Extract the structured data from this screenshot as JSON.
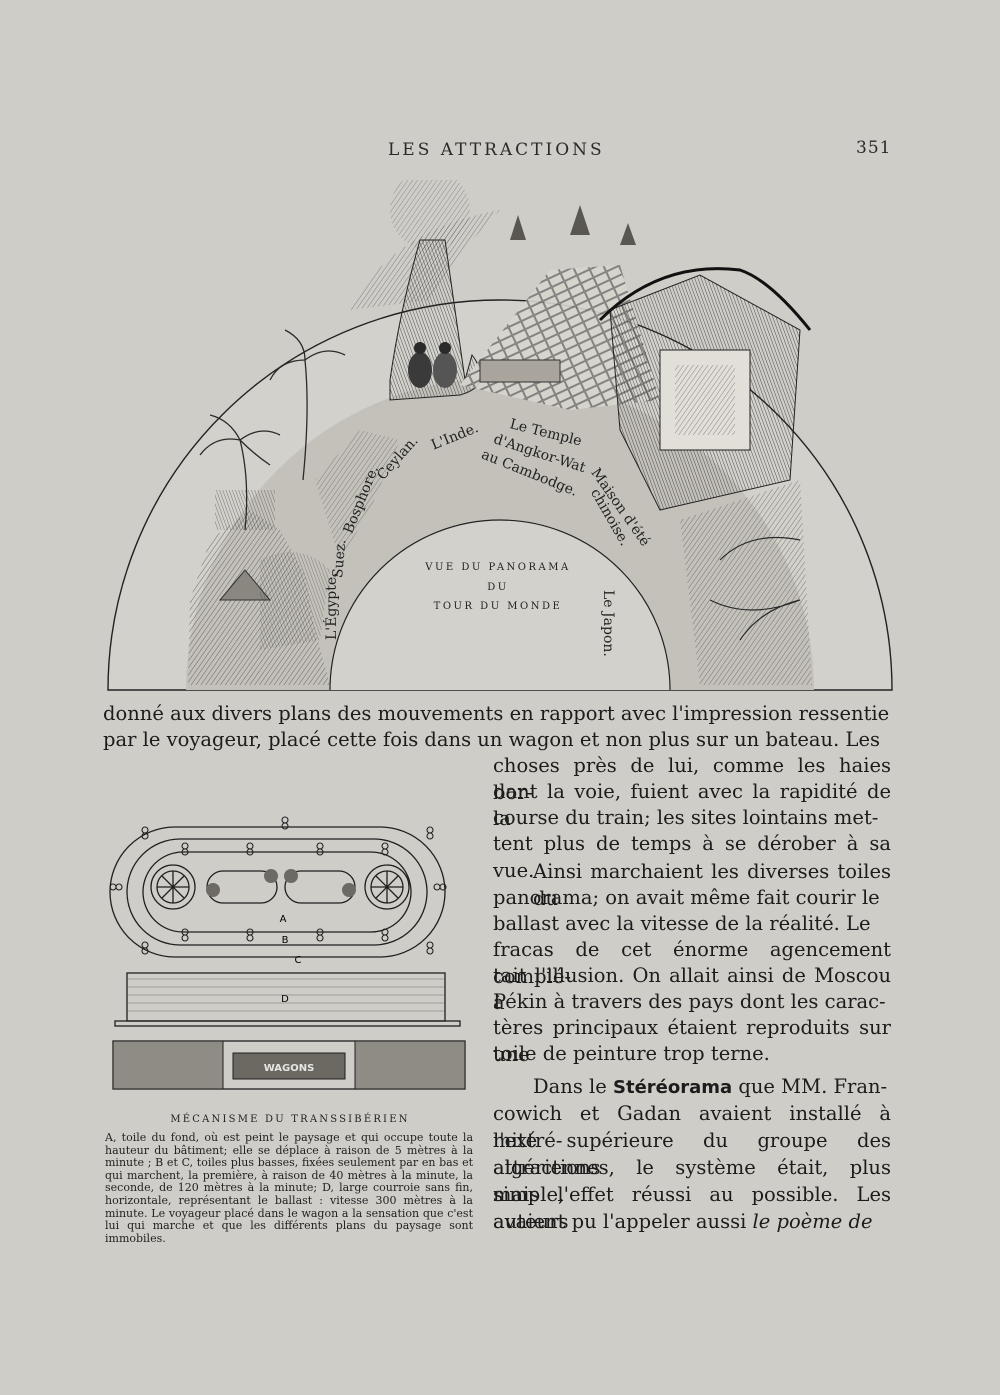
{
  "header": {
    "running_head": "LES ATTRACTIONS",
    "page_number": "351"
  },
  "panorama": {
    "caption_lines": [
      "VUE DU PANORAMA",
      "DU",
      "TOUR DU MONDE"
    ],
    "labels": {
      "egypte": "L'Égypte,",
      "suez": "Suez.",
      "bosphore": "Bosphore.",
      "ceylan": "Ceylan.",
      "inde": "L'Inde.",
      "temple_1": "Le Temple",
      "temple_2": "d'Angkor-Wat",
      "temple_3": "au Cambodge.",
      "maison_1": "Maison d'été",
      "maison_2": "chinoise.",
      "japon": "Le Japon."
    }
  },
  "text": {
    "line1": "donné aux divers plans des mouvements en rapport avec l'impression ressentie",
    "line2": "par le voyageur, placé cette fois dans un wagon et non plus sur un bateau. Les",
    "col": [
      "choses près de lui, comme les haies bor-",
      "dant la voie, fuient avec la rapidité de la",
      "course du train; les sites lointains met-",
      "tent plus de temps à se dérober à sa vue.",
      "Ainsi marchaient les diverses toiles du",
      "panorama; on avait même fait courir le",
      "ballast avec la vitesse de la réalité. Le",
      "fracas de cet énorme agencement complé-",
      "tait l'illusion. On allait ainsi de Moscou à",
      "Pékin à travers des pays dont les carac-",
      "tères principaux étaient reproduits sur une",
      "toile de peinture trop terne."
    ],
    "p3_pre": "Dans le ",
    "p3_term": "Stéréorama",
    "p3_post": " que MM. Fran-",
    "p3_rest": [
      "cowich et Gadan avaient installé à l'extré-",
      "mité supérieure du groupe des attractions",
      "algériennes, le système était, plus simple,",
      "mais l'effet réussi au possible. Les auteurs"
    ],
    "p3_last_pre": "avaient pu l'appeler aussi ",
    "p3_last_ital": "le poème de"
  },
  "mechanism": {
    "labels": {
      "a": "A",
      "b": "B",
      "c": "C",
      "d": "D",
      "wagons": "WAGONS"
    },
    "caption_title": "MÉCANISME DU TRANSSIBÉRIEN",
    "caption": "A, toile du fond, où est peint le paysage et qui occupe toute la hauteur du bâtiment; elle se déplace à raison de 5 mètres à la minute ; B et C, toiles plus basses, fixées seulement par en bas et qui marchent, la première, à raison de 40 mètres à la minute, la seconde, de 120 mètres à la minute; D, large courroie sans fin, horizontale, représentant le ballast : vitesse 300 mètres à la minute. Le voyageur placé dans le wagon a la sensation que c'est lui qui marche et que les différents plans du paysage sont immobiles."
  }
}
